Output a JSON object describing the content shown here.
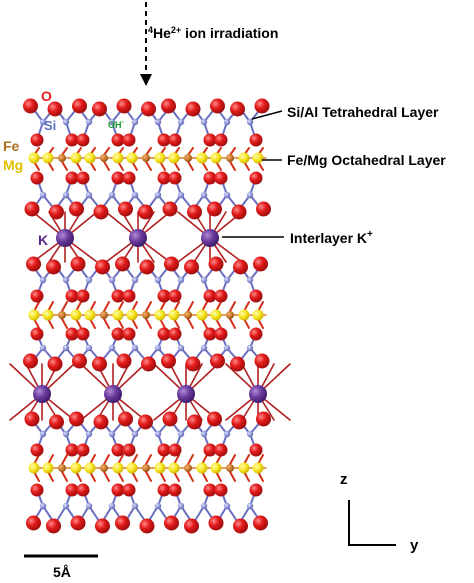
{
  "title": {
    "iso": "4",
    "element": "He",
    "charge": "2+",
    "rest": " ion irradiation"
  },
  "atom_labels": {
    "O": "O",
    "Si": "Si",
    "OH_base": "OH",
    "OH_sup": "-",
    "Fe": "Fe",
    "Mg": "Mg",
    "K": "K"
  },
  "layer_labels": {
    "tetrahedral": "Si/Al Tetrahedral Layer",
    "octahedral": "Fe/Mg Octahedral Layer",
    "interlayer_base": "Interlayer K",
    "interlayer_sup": "+"
  },
  "scale_bar": {
    "label": "5Å"
  },
  "axes": {
    "z": "z",
    "y": "y"
  },
  "colors": {
    "oxygen": "#e31b1b",
    "oxygen_dark": "#b40f0f",
    "silicon": "#8f95d6",
    "bond": "#6a6fc0",
    "iron": "#c8782a",
    "magnesium": "#f6e41c",
    "potassium": "#6a3a9c",
    "oh_label": "#1a9a2a",
    "fe_label": "#b07020",
    "mg_label": "#e0c000",
    "si_label": "#5a6fc0",
    "k_label": "#5a2a8a",
    "o_label": "#e31b1b"
  }
}
